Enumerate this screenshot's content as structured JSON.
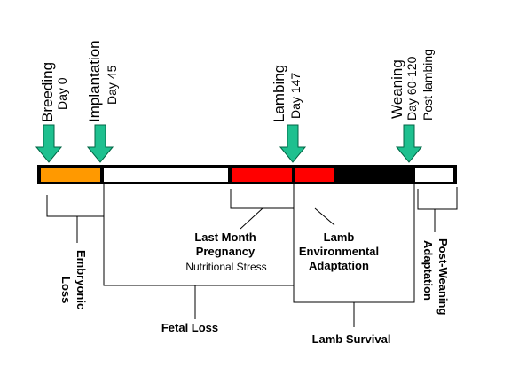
{
  "events": {
    "breeding": {
      "title": "Breeding",
      "day": "Day 0"
    },
    "implantation": {
      "title": "Implantation",
      "day": "Day 45"
    },
    "lambing": {
      "title": "Lambing",
      "day": "Day 147"
    },
    "weaning": {
      "title": "Weaning",
      "day": "Day 60-120",
      "note": "Post lambing"
    }
  },
  "stages": {
    "embryonic_loss": {
      "line1": "Embryonic",
      "line2": "Loss"
    },
    "last_month": {
      "line1": "Last Month",
      "line2": "Pregnancy",
      "line3": "Nutritional Stress"
    },
    "lamb_env": {
      "line1": "Lamb",
      "line2": "Environmental",
      "line3": "Adaptation"
    },
    "post_weaning": {
      "line1": "Post-Weaning",
      "line2": "Adaptation"
    },
    "fetal_loss": "Fetal Loss",
    "lamb_survival": "Lamb Survival"
  },
  "colors": {
    "arrow": "#1ec08f",
    "orange": "#ff9900",
    "red": "#ff0000",
    "black": "#000000",
    "white": "#ffffff"
  }
}
